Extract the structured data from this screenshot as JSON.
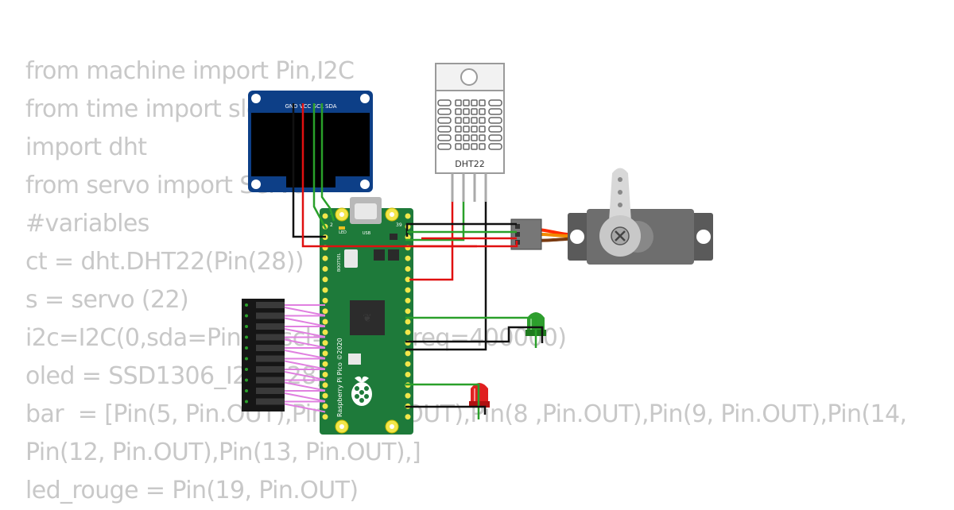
{
  "code": {
    "lines": [
      "from machine import Pin,I2C",
      "from time import sleep",
      "import dht",
      "from servo import Servo",
      "#variables",
      "ct = dht.DHT22(Pin(28))",
      "s = servo (22)",
      "i2c=I2C(0,sda=Pin(0),scl=Pin(1),freq=400000)",
      "oled = SSD1306_I2C(128,64,i2c)",
      "bar  = [Pin(5, Pin.OUT),Pin(6, Pin.OUT),Pin(8 ,Pin.OUT),Pin(9, Pin.OUT),Pin(14,",
      "Pin(12, Pin.OUT),Pin(13, Pin.OUT),]",
      "led_rouge = Pin(19, Pin.OUT)"
    ]
  },
  "components": {
    "oled": {
      "pins": "GND VCC SCL SDA"
    },
    "dht22": {
      "label": "DHT22"
    },
    "pico": {
      "brand": "Raspberry Pi Pico ©2020",
      "usb_label": "USB",
      "led_label": "LED",
      "bootsel_label": "BOOTSEL",
      "pin1_label": "1",
      "pin2_label": "2",
      "pin39_label": "39"
    },
    "servo": {},
    "led_green": {
      "color": "#2e9e2e"
    },
    "led_red": {
      "color": "#e02020"
    },
    "bar_graph": {
      "segments": 10
    }
  },
  "colors": {
    "wire_red": "#e01010",
    "wire_green": "#2aa02a",
    "wire_black": "#111111",
    "wire_pink": "#e080e0",
    "pcb": "#1e7a3a",
    "code_text": "#c8c8c8"
  }
}
